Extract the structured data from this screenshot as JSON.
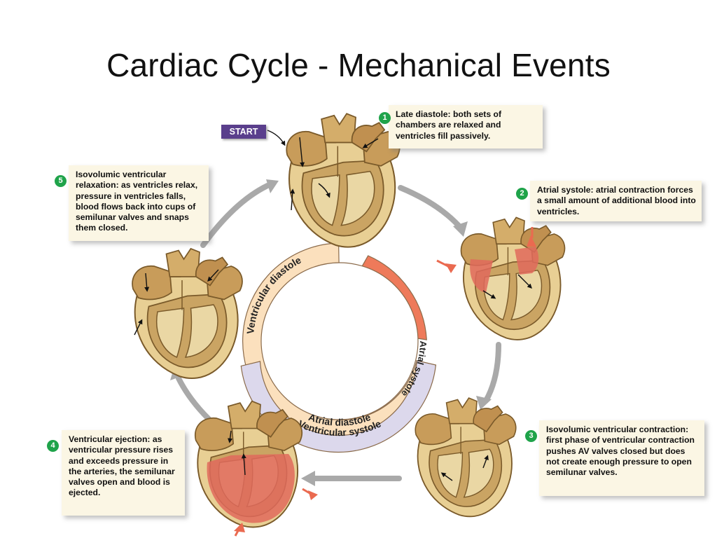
{
  "title": "Cardiac Cycle -  Mechanical Events",
  "start_label": "START",
  "ring": {
    "ventricular_diastole": "Ventricular diastole",
    "atrial_systole": "Atrial systole",
    "atrial_diastole": "Atrial diastole",
    "ventricular_systole": "Ventricular systole"
  },
  "steps": [
    {
      "number": "1",
      "text": "Late diastole: both sets of chambers are relaxed and ventricles fill passively."
    },
    {
      "number": "2",
      "text": "Atrial systole: atrial contraction forces a small amount of additional blood into ventricles."
    },
    {
      "number": "3",
      "text": "Isovolumic ventricular contraction: first phase of ventricular contraction pushes AV valves closed but does not create enough pressure to open semilunar valves."
    },
    {
      "number": "4",
      "text": "Ventricular ejection: as ventricular pressure rises and exceeds pressure in the arteries, the semilunar valves open and blood is ejected."
    },
    {
      "number": "5",
      "text": "Isovolumic ventricular relaxation: as ventricles relax, pressure in ventricles falls, blood flows back into cups of semilunar valves and snaps them closed."
    }
  ],
  "colors": {
    "ring_diastole": "#fbe0bd",
    "ring_atrial_systole": "#ee7a5a",
    "ring_systole": "#dcd8ec",
    "step_badge": "#1fa34a",
    "start_badge": "#5a3f8c",
    "heart_wall": "#c9a56a",
    "heart_red": "#e06a5c"
  }
}
